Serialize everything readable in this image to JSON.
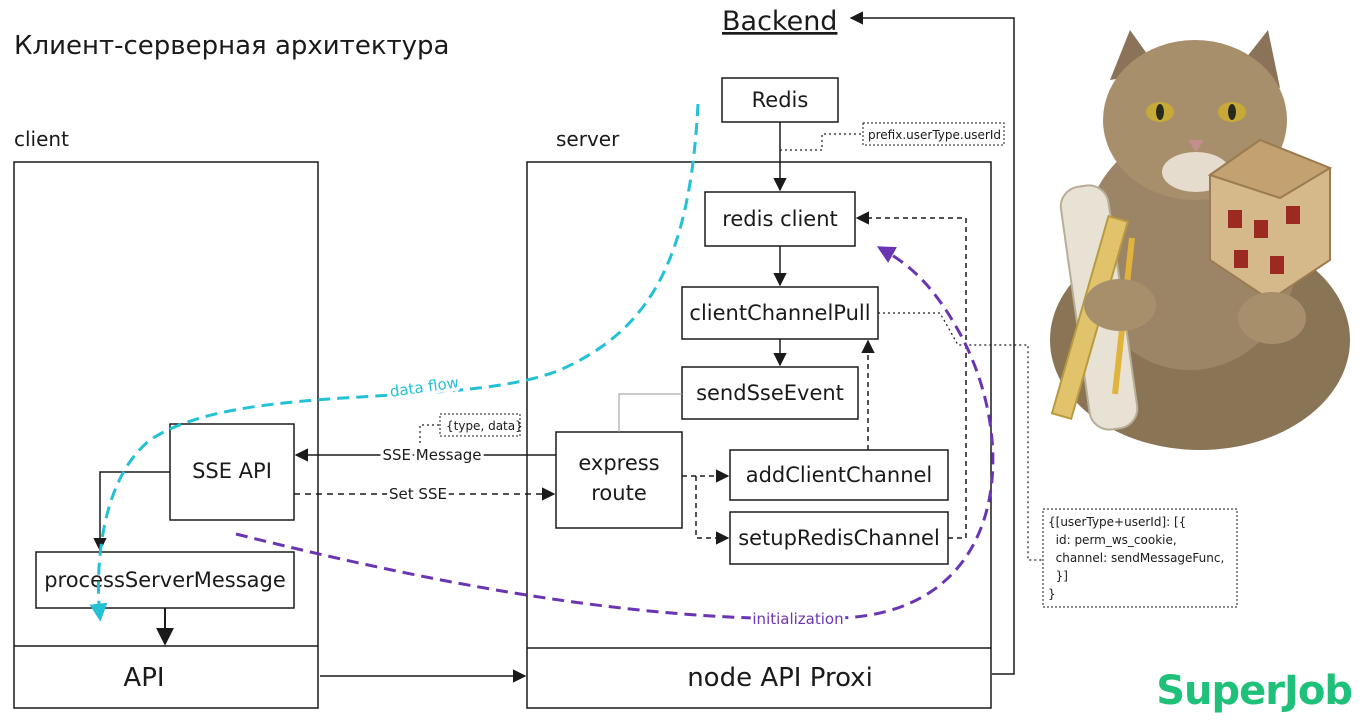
{
  "title": "Клиент-серверная архитектура",
  "sections": {
    "client": "client",
    "server": "server"
  },
  "backend": "Backend",
  "nodes": {
    "redis": "Redis",
    "redis_client": "redis client",
    "client_channel_pull": "clientChannelPull",
    "send_sse_event": "sendSseEvent",
    "express_route_line1": "express",
    "express_route_line2": "route",
    "add_client_channel": "addClientChannel",
    "setup_redis_channel": "setupRedisChannel",
    "sse_api": "SSE API",
    "process_server_message": "processServerMessage",
    "client_api": "API",
    "node_api_proxy": "node API Proxi"
  },
  "edges": {
    "sse_message": "SSE Message",
    "set_sse": "Set SSE",
    "data_flow": "data flow",
    "initialization": "initialization"
  },
  "notes": {
    "redis_key": "prefix.userType.userId",
    "event_payload": "{type, data}",
    "channel_store": [
      "{[userType+userId]: [{",
      "  id: perm_ws_cookie,",
      "  channel: sendMessageFunc,",
      "  }]",
      "}"
    ]
  },
  "colors": {
    "data_flow": "#22c1d4",
    "initialization": "#6a35b3",
    "brand": "#1fc17a",
    "stroke": "#1a1a1a"
  },
  "illustration": {
    "subject": "cat holding rolled blueprints, rulers, pencil and a wooden model house"
  },
  "brand": {
    "logo_text": "SuperJob"
  }
}
